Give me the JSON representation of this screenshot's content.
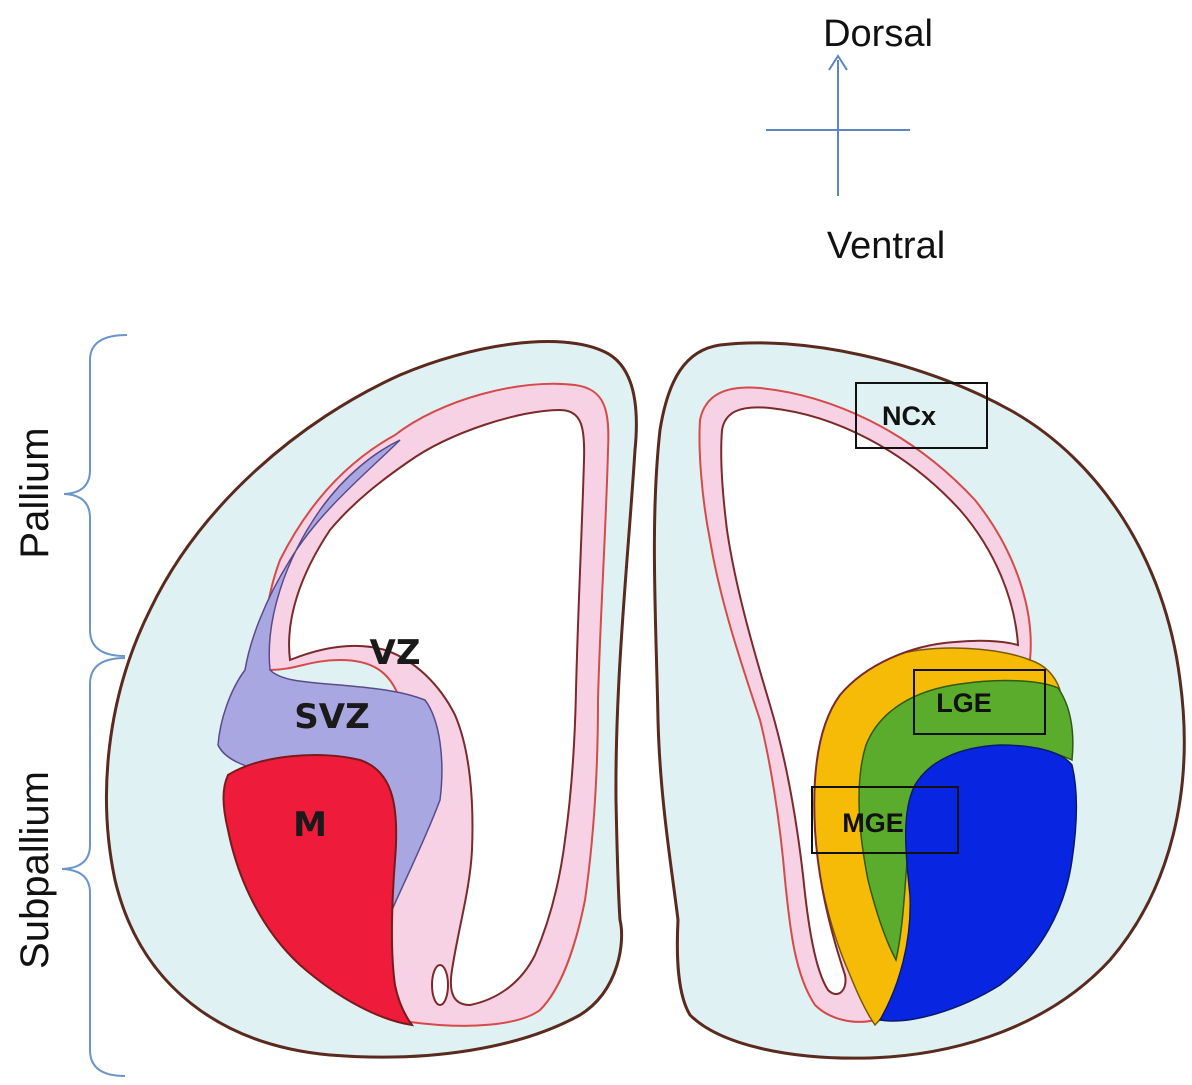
{
  "orientation": {
    "dorsal": "Dorsal",
    "ventral": "Ventral"
  },
  "regions": {
    "pallium": "Pallium",
    "subpallium": "Subpallium"
  },
  "left_hemisphere": {
    "vz": "VZ",
    "svz": "SVZ",
    "mantle": "M"
  },
  "right_hemisphere": {
    "ncx": "NCx",
    "lge": "LGE",
    "mge": "MGE"
  },
  "colors": {
    "outer_tissue": "#dff1f2",
    "outline": "#5a2a1e",
    "ventricular_zone": "#f6d2e4",
    "vz_border": "#d64a4a",
    "subventricular_zone": "#a9a7e2",
    "mantle": "#ee1b3a",
    "lge": "#5bab2d",
    "lge_rim": "#f5bb07",
    "mge": "#0826e2",
    "axis_line": "#5b86c2",
    "bracket": "#6b95c9"
  }
}
